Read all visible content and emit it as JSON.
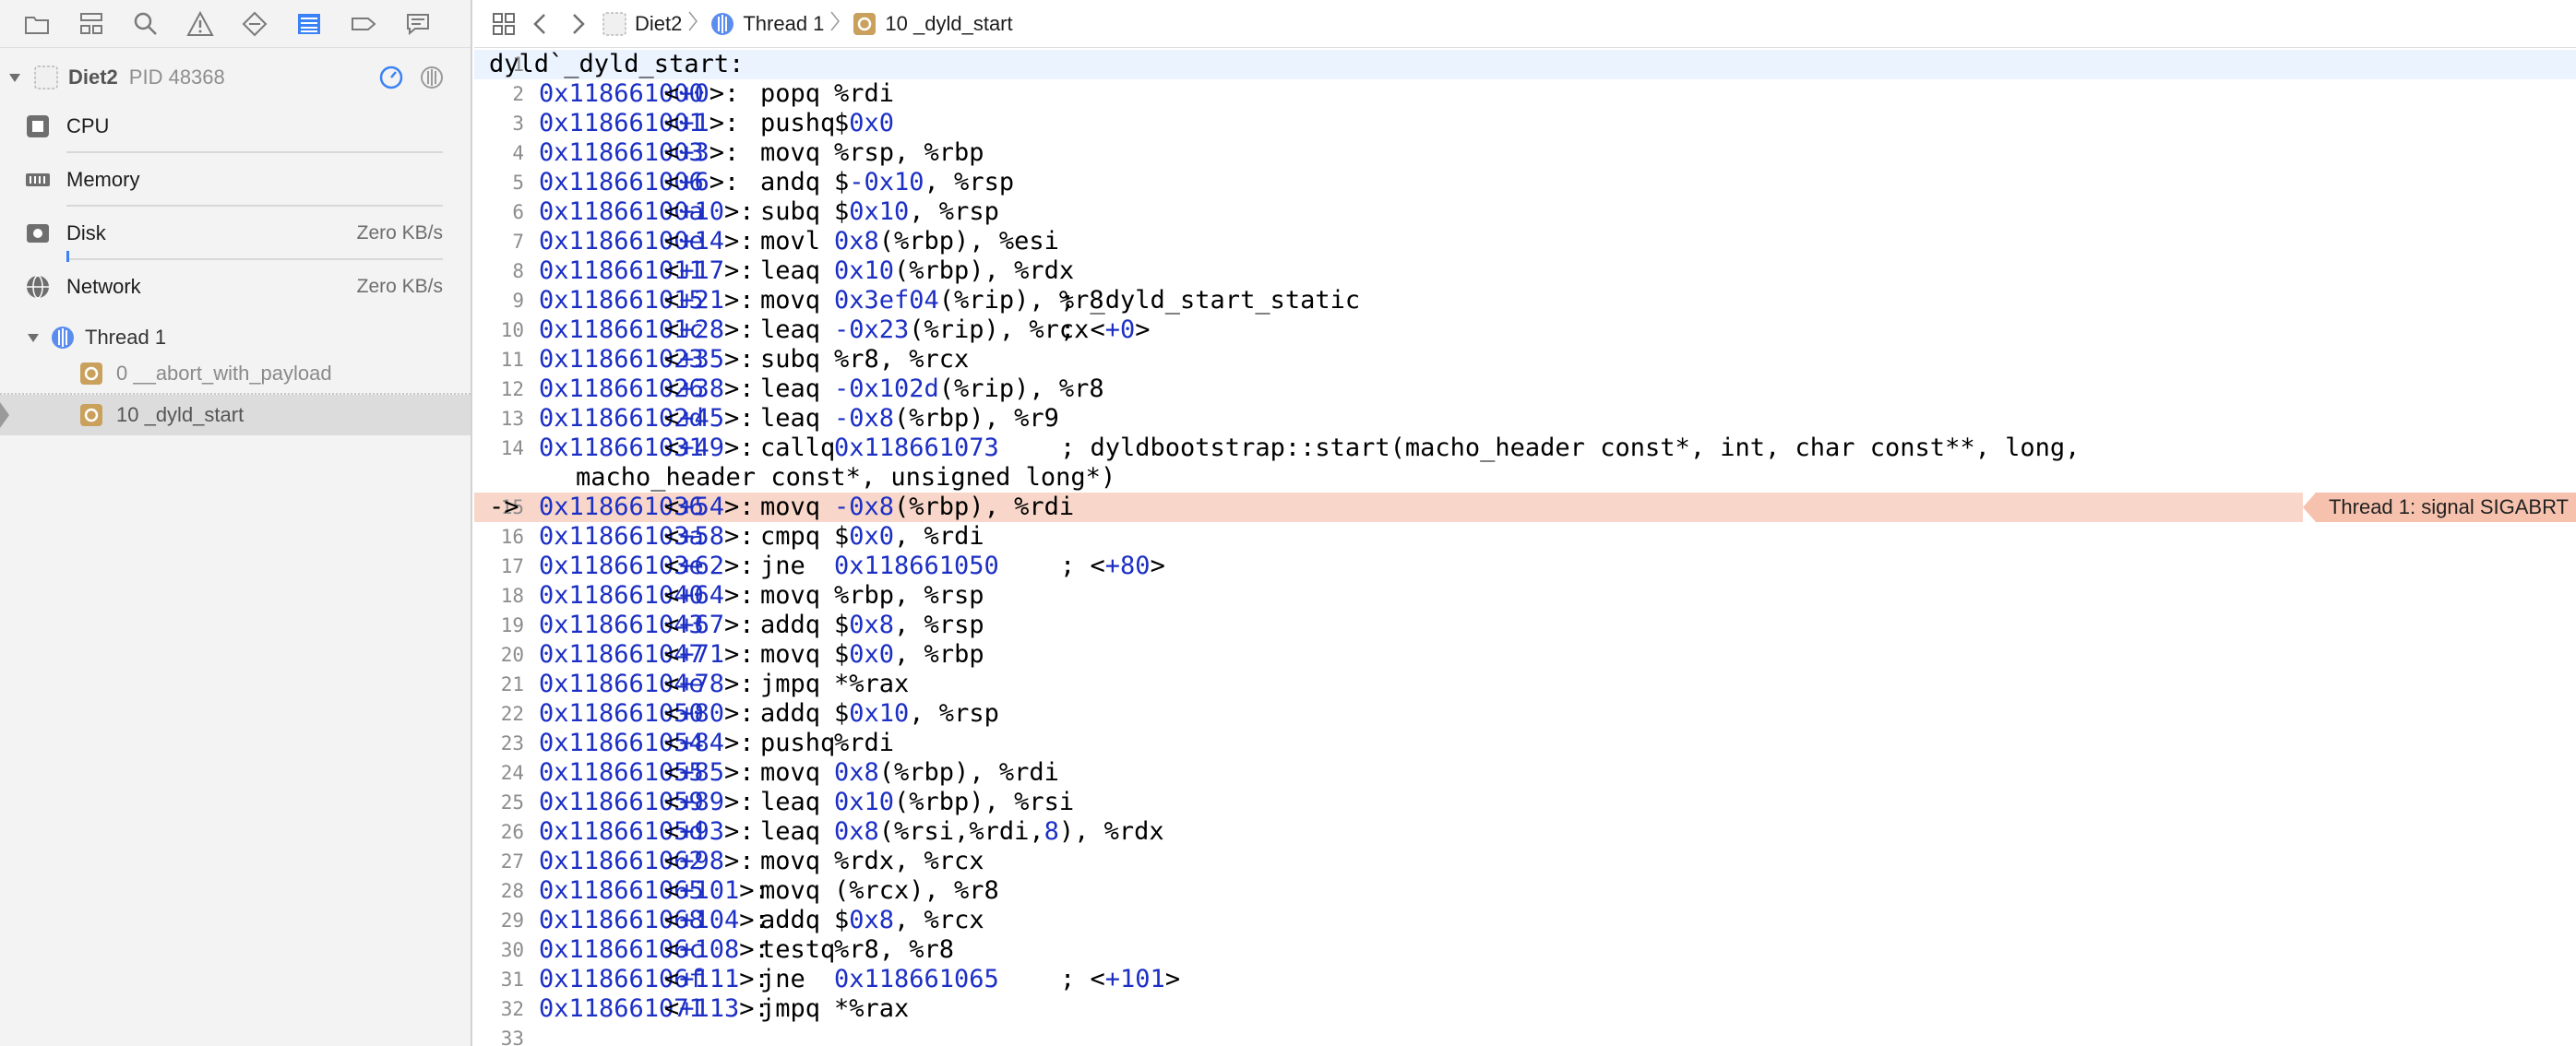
{
  "navigator": {
    "tabs": [
      "project-navigator",
      "source-control-navigator",
      "find-navigator",
      "issue-navigator",
      "test-navigator",
      "debug-navigator",
      "breakpoint-navigator",
      "report-navigator"
    ],
    "process": {
      "name": "Diet2",
      "pid": "PID 48368"
    },
    "gauges": [
      {
        "label": "CPU",
        "value": ""
      },
      {
        "label": "Memory",
        "value": ""
      },
      {
        "label": "Disk",
        "value": "Zero KB/s"
      },
      {
        "label": "Network",
        "value": "Zero KB/s"
      }
    ],
    "thread": {
      "label": "Thread 1"
    },
    "frames": [
      {
        "label": "0 __abort_with_payload"
      },
      {
        "label": "10 _dyld_start"
      }
    ]
  },
  "jump_bar": {
    "crumbs": [
      "Diet2",
      "Thread 1",
      "10 _dyld_start"
    ]
  },
  "editor": {
    "title_line": "dyld`_dyld_start:",
    "current_line": 15,
    "signal": "Thread 1: signal SIGABRT",
    "lines": [
      {
        "n": 1,
        "addr": "",
        "off": "",
        "instr": "",
        "ops": "",
        "comment": ""
      },
      {
        "n": 2,
        "addr": "0x118661000",
        "off": "<+0>:",
        "instr": "popq",
        "ops": "%rdi",
        "comment": ""
      },
      {
        "n": 3,
        "addr": "0x118661001",
        "off": "<+1>:",
        "instr": "pushq",
        "ops": "$0x0",
        "comment": ""
      },
      {
        "n": 4,
        "addr": "0x118661003",
        "off": "<+3>:",
        "instr": "movq",
        "ops": "%rsp, %rbp",
        "comment": ""
      },
      {
        "n": 5,
        "addr": "0x118661006",
        "off": "<+6>:",
        "instr": "andq",
        "ops": "$-0x10, %rsp",
        "comment": ""
      },
      {
        "n": 6,
        "addr": "0x11866100a",
        "off": "<+10>:",
        "instr": "subq",
        "ops": "$0x10, %rsp",
        "comment": ""
      },
      {
        "n": 7,
        "addr": "0x11866100e",
        "off": "<+14>:",
        "instr": "movl",
        "ops": "0x8(%rbp), %esi",
        "comment": ""
      },
      {
        "n": 8,
        "addr": "0x118661011",
        "off": "<+17>:",
        "instr": "leaq",
        "ops": "0x10(%rbp), %rdx",
        "comment": ""
      },
      {
        "n": 9,
        "addr": "0x118661015",
        "off": "<+21>:",
        "instr": "movq",
        "ops": "0x3ef04(%rip), %r8",
        "comment": "; _dyld_start_static"
      },
      {
        "n": 10,
        "addr": "0x11866101c",
        "off": "<+28>:",
        "instr": "leaq",
        "ops": "-0x23(%rip), %rcx",
        "comment": "; <+0>"
      },
      {
        "n": 11,
        "addr": "0x118661023",
        "off": "<+35>:",
        "instr": "subq",
        "ops": "%r8, %rcx",
        "comment": ""
      },
      {
        "n": 12,
        "addr": "0x118661026",
        "off": "<+38>:",
        "instr": "leaq",
        "ops": "-0x102d(%rip), %r8",
        "comment": ""
      },
      {
        "n": 13,
        "addr": "0x11866102d",
        "off": "<+45>:",
        "instr": "leaq",
        "ops": "-0x8(%rbp), %r9",
        "comment": ""
      },
      {
        "n": 14,
        "addr": "0x118661031",
        "off": "<+49>:",
        "instr": "callq",
        "ops": "0x118661073",
        "comment": "; dyldbootstrap::start(macho_header const*, int, char const**, long,",
        "wrap": "macho_header const*, unsigned long*)"
      },
      {
        "n": 15,
        "addr": "0x118661036",
        "off": "<+54>:",
        "instr": "movq",
        "ops": "-0x8(%rbp), %rdi",
        "comment": ""
      },
      {
        "n": 16,
        "addr": "0x11866103a",
        "off": "<+58>:",
        "instr": "cmpq",
        "ops": "$0x0, %rdi",
        "comment": ""
      },
      {
        "n": 17,
        "addr": "0x11866103e",
        "off": "<+62>:",
        "instr": "jne",
        "ops": "0x118661050",
        "comment": "; <+80>"
      },
      {
        "n": 18,
        "addr": "0x118661040",
        "off": "<+64>:",
        "instr": "movq",
        "ops": "%rbp, %rsp",
        "comment": ""
      },
      {
        "n": 19,
        "addr": "0x118661043",
        "off": "<+67>:",
        "instr": "addq",
        "ops": "$0x8, %rsp",
        "comment": ""
      },
      {
        "n": 20,
        "addr": "0x118661047",
        "off": "<+71>:",
        "instr": "movq",
        "ops": "$0x0, %rbp",
        "comment": ""
      },
      {
        "n": 21,
        "addr": "0x11866104e",
        "off": "<+78>:",
        "instr": "jmpq",
        "ops": "*%rax",
        "comment": ""
      },
      {
        "n": 22,
        "addr": "0x118661050",
        "off": "<+80>:",
        "instr": "addq",
        "ops": "$0x10, %rsp",
        "comment": ""
      },
      {
        "n": 23,
        "addr": "0x118661054",
        "off": "<+84>:",
        "instr": "pushq",
        "ops": "%rdi",
        "comment": ""
      },
      {
        "n": 24,
        "addr": "0x118661055",
        "off": "<+85>:",
        "instr": "movq",
        "ops": "0x8(%rbp), %rdi",
        "comment": ""
      },
      {
        "n": 25,
        "addr": "0x118661059",
        "off": "<+89>:",
        "instr": "leaq",
        "ops": "0x10(%rbp), %rsi",
        "comment": ""
      },
      {
        "n": 26,
        "addr": "0x11866105d",
        "off": "<+93>:",
        "instr": "leaq",
        "ops": "0x8(%rsi,%rdi,8), %rdx",
        "comment": ""
      },
      {
        "n": 27,
        "addr": "0x118661062",
        "off": "<+98>:",
        "instr": "movq",
        "ops": "%rdx, %rcx",
        "comment": ""
      },
      {
        "n": 28,
        "addr": "0x118661065",
        "off": "<+101>:",
        "instr": "movq",
        "ops": "(%rcx), %r8",
        "comment": ""
      },
      {
        "n": 29,
        "addr": "0x118661068",
        "off": "<+104>:",
        "instr": "addq",
        "ops": "$0x8, %rcx",
        "comment": ""
      },
      {
        "n": 30,
        "addr": "0x11866106c",
        "off": "<+108>:",
        "instr": "testq",
        "ops": "%r8, %r8",
        "comment": ""
      },
      {
        "n": 31,
        "addr": "0x11866106f",
        "off": "<+111>:",
        "instr": "jne",
        "ops": "0x118661065",
        "comment": "; <+101>"
      },
      {
        "n": 32,
        "addr": "0x118661071",
        "off": "<+113>:",
        "instr": "jmpq",
        "ops": "*%rax",
        "comment": ""
      },
      {
        "n": 33,
        "addr": "",
        "off": "",
        "instr": "",
        "ops": "",
        "comment": ""
      }
    ]
  },
  "colors": {
    "address": "#1c2fc4",
    "current_line": "#f8d7ca",
    "signal_badge": "#f6c2ae",
    "selected_frame": "#dcdcdc",
    "accent": "#3b82f6"
  }
}
